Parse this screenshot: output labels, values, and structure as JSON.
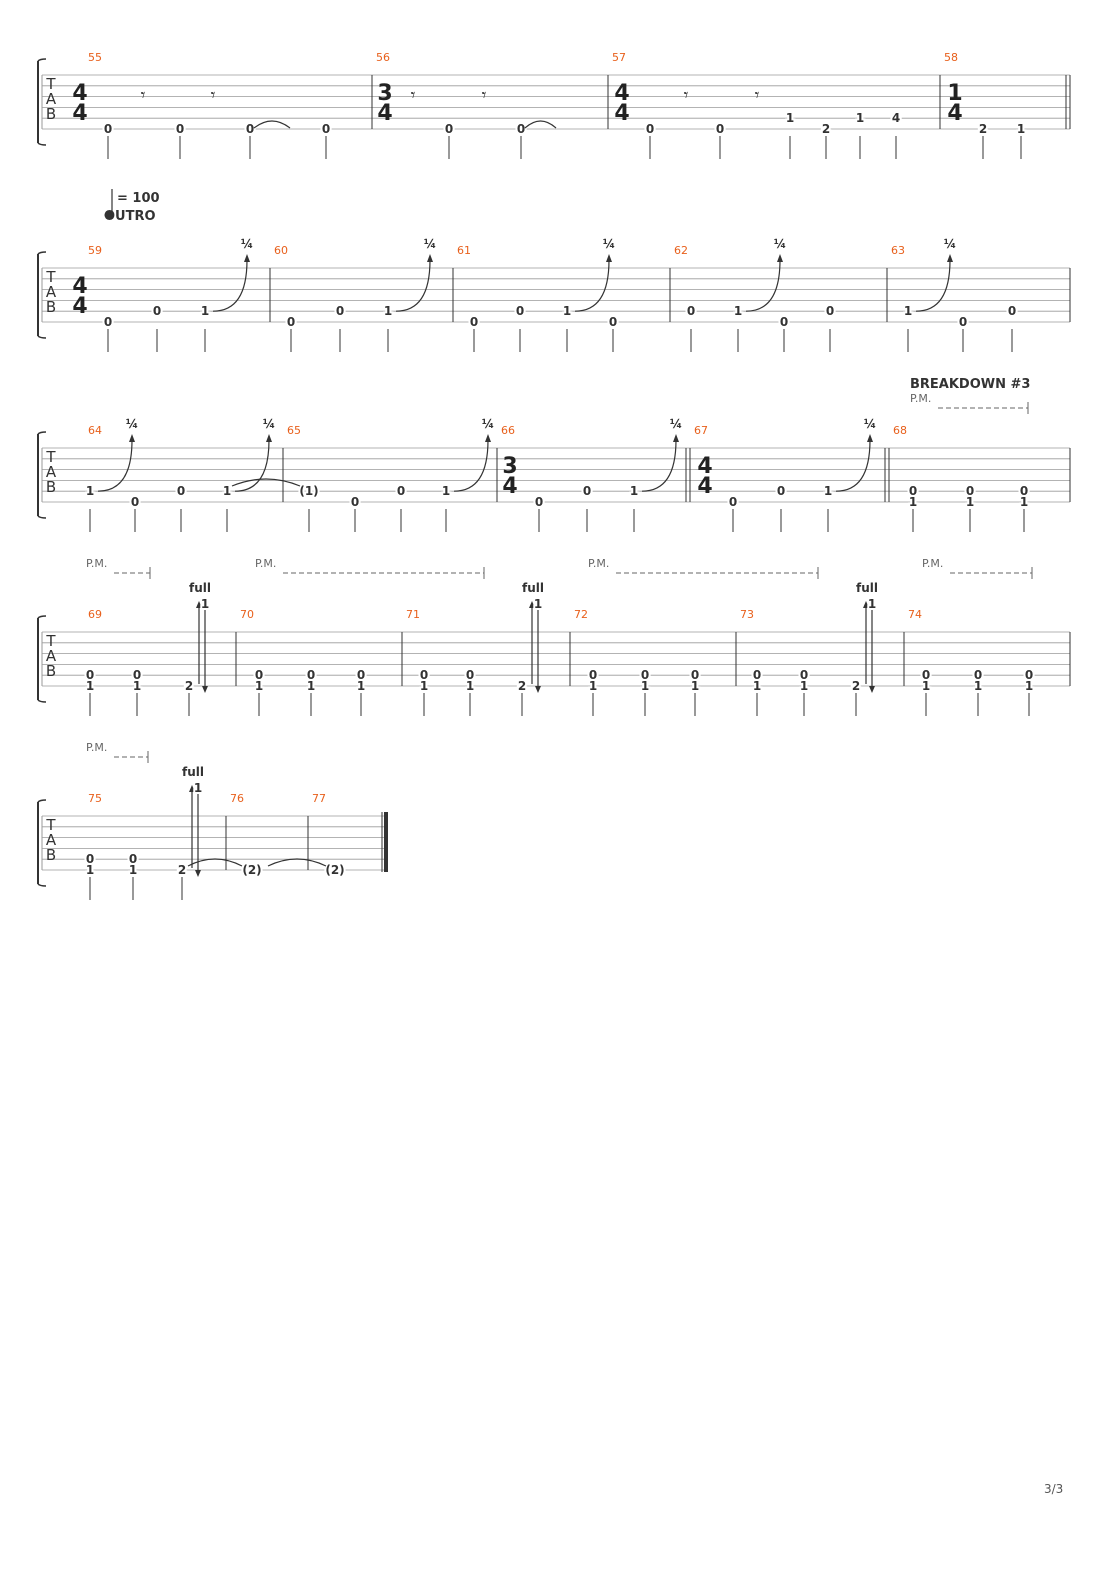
{
  "page": {
    "page_number": "3/3"
  },
  "tempo": {
    "value": "= 100",
    "section": "OUTRO"
  },
  "sections": [
    {
      "label": "BREAKDOWN #3"
    }
  ],
  "text": {
    "pm": "P.M.",
    "quarter_bend": "¼",
    "full_bend": "full"
  },
  "colors": {
    "measure_number": "#e8601c",
    "ink": "#333333",
    "staff_line": "#9a9a9a"
  },
  "systems": [
    {
      "measures": [
        {
          "number": "55",
          "time_signature": [
            "4",
            "4"
          ],
          "notes": [
            "0",
            "0",
            "0",
            "0"
          ]
        },
        {
          "number": "56",
          "time_signature": [
            "3",
            "4"
          ],
          "notes": [
            "0",
            "0"
          ]
        },
        {
          "number": "57",
          "time_signature": [
            "4",
            "4"
          ],
          "notes": [
            "0",
            "0",
            "1",
            "2",
            "1",
            "4"
          ]
        },
        {
          "number": "58",
          "time_signature": [
            "1",
            "4"
          ],
          "notes": [
            "2",
            "1"
          ]
        }
      ]
    },
    {
      "measures": [
        {
          "number": "59",
          "time_signature": [
            "4",
            "4"
          ],
          "notes": [
            "0",
            "0",
            "1"
          ],
          "bend": "¼"
        },
        {
          "number": "60",
          "notes": [
            "0",
            "0",
            "1"
          ],
          "bend": "¼"
        },
        {
          "number": "61",
          "notes": [
            "0",
            "0",
            "1",
            "0"
          ],
          "bend": "¼"
        },
        {
          "number": "62",
          "notes": [
            "0",
            "1",
            "0",
            "0"
          ],
          "bend": "¼"
        },
        {
          "number": "63",
          "notes": [
            "1",
            "0",
            "0"
          ],
          "bend": "¼"
        }
      ]
    },
    {
      "measures": [
        {
          "number": "64",
          "notes": [
            "1",
            "0",
            "0",
            "1"
          ],
          "bends": [
            "¼",
            "¼"
          ]
        },
        {
          "number": "65",
          "notes": [
            "(1)",
            "0",
            "0",
            "1"
          ],
          "bend": "¼"
        },
        {
          "number": "66",
          "time_signature": [
            "3",
            "4"
          ],
          "notes": [
            "0",
            "0",
            "1"
          ],
          "bend": "¼"
        },
        {
          "number": "67",
          "time_signature": [
            "4",
            "4"
          ],
          "notes": [
            "0",
            "0",
            "1"
          ],
          "bend": "¼"
        },
        {
          "number": "68",
          "notes": [
            "0/1",
            "0/1",
            "0/1"
          ],
          "palm_mute": "P.M."
        }
      ]
    },
    {
      "measures": [
        {
          "number": "69",
          "notes": [
            "0/1",
            "0/1",
            "2"
          ],
          "bend": "full",
          "release": "1"
        },
        {
          "number": "70",
          "notes": [
            "0/1",
            "0/1",
            "0/1"
          ]
        },
        {
          "number": "71",
          "notes": [
            "0/1",
            "0/1",
            "2"
          ],
          "bend": "full",
          "release": "1"
        },
        {
          "number": "72",
          "notes": [
            "0/1",
            "0/1",
            "0/1"
          ]
        },
        {
          "number": "73",
          "notes": [
            "0/1",
            "0/1",
            "2"
          ],
          "bend": "full",
          "release": "1"
        },
        {
          "number": "74",
          "notes": [
            "0/1",
            "0/1",
            "0/1"
          ]
        }
      ]
    },
    {
      "measures": [
        {
          "number": "75",
          "notes": [
            "0/1",
            "0/1",
            "2"
          ],
          "bend": "full",
          "release": "1"
        },
        {
          "number": "76",
          "notes": [
            "(2)"
          ]
        },
        {
          "number": "77",
          "notes": [
            "(2)"
          ]
        }
      ]
    }
  ]
}
